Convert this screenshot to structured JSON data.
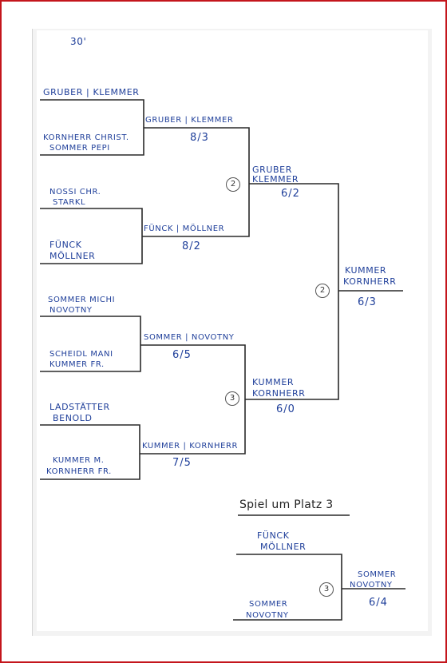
{
  "header": {
    "time_note": "30'"
  },
  "round1": [
    {
      "top": "Gruber | Klemmer",
      "bottom_line1": "Kornherr christ.",
      "bottom_line2": "Sommer Pepi"
    },
    {
      "top_line1": "Nossi Chr.",
      "top_line2": "Starkl",
      "bottom_line1": "Fünck",
      "bottom_line2": "Möllner"
    },
    {
      "top_line1": "Sommer Michi",
      "top_line2": "Novotny",
      "bottom_line1": "Scheidl Mani",
      "bottom_line2": "Kummer Fr."
    },
    {
      "top_line1": "Ladstätter",
      "top_line2": "Benold",
      "bottom_line1": "Kummer M.",
      "bottom_line2": "Kornherr Fr."
    }
  ],
  "round2": [
    {
      "winner": "Gruber | Klemmer",
      "score": "8/3"
    },
    {
      "winner": "Fünck | Möllner",
      "score": "8/2"
    },
    {
      "winner": "Sommer | Novotny",
      "score": "6/5"
    },
    {
      "winner": "Kummer | Kornherr",
      "score": "7/5"
    }
  ],
  "semis": [
    {
      "circle": "2",
      "winner_line1": "Gruber",
      "winner_line2": "Klemmer",
      "score": "6/2"
    },
    {
      "circle": "3",
      "winner_line1": "Kummer",
      "winner_line2": "Kornherr",
      "score": "6/0"
    }
  ],
  "final": {
    "circle": "2",
    "winner_line1": "Kummer",
    "winner_line2": "Kornherr",
    "score": "6/3"
  },
  "third_place": {
    "title": "Spiel um Platz 3",
    "top_line1": "Fünck",
    "top_line2": "Möllner",
    "bottom_line1": "Sommer",
    "bottom_line2": "Novotny",
    "circle": "3",
    "winner_line1": "Sommer",
    "winner_line2": "Novotny",
    "score": "6/4"
  }
}
